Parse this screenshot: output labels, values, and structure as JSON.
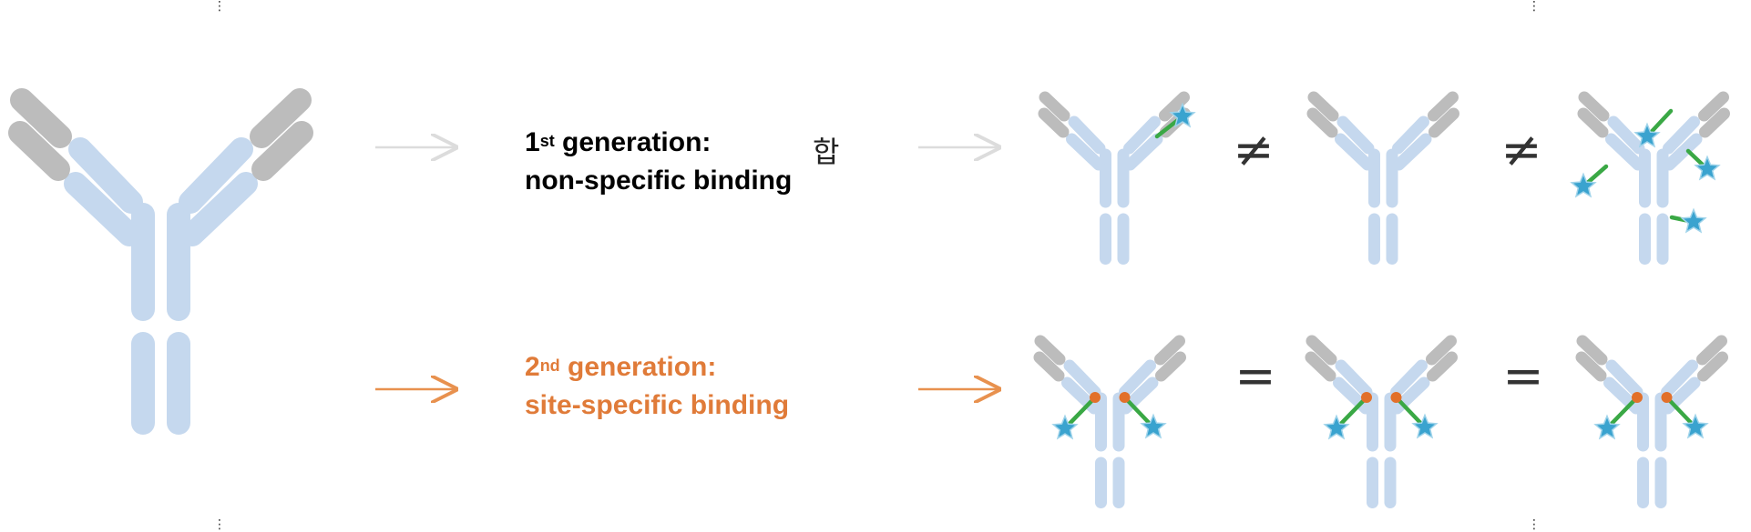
{
  "colors": {
    "arm": "#c5d8ee",
    "light_chain_tip": "#bcbcbc",
    "linker": "#3aa845",
    "payload": "#3aa3cf",
    "site": "#e2702a",
    "arrow_gray": "#dcdcdc",
    "arrow_orange": "#e8914e",
    "gen2_text": "#e07b39"
  },
  "row1": {
    "ordinal": "1",
    "suffix": "st",
    "title": " generation:",
    "subtitle": "non-specific binding",
    "glyph": "합",
    "relation_symbol": "≠"
  },
  "row2": {
    "ordinal": "2",
    "suffix": "nd",
    "title": " generation:",
    "subtitle": "site-specific binding",
    "relation_symbol": "="
  },
  "markers": {
    "corner_dots": "⋮"
  }
}
